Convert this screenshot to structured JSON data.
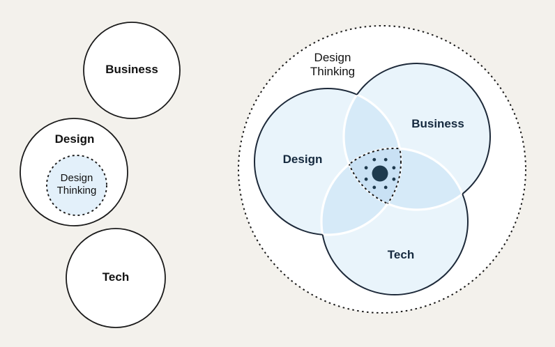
{
  "colors": {
    "background": "#f3f1ec",
    "inner_white": "#ffffff",
    "outline_black": "#1a1a1a",
    "outline_navy": "#1d2939",
    "fill_single": "#e9f4fb",
    "fill_pair": "#d6eaf8",
    "fill_triple": "#c9e1f4",
    "fill_inner_dotted": "#e3f0fa",
    "dot_navy": "#1e3a4e",
    "divider_white": "#ffffff",
    "label_black": "#111111",
    "label_navy": "#15293e"
  },
  "left_diagram": {
    "business": {
      "label": "Business"
    },
    "design": {
      "label": "Design"
    },
    "design_thinking": {
      "line1": "Design",
      "line2": "Thinking"
    },
    "tech": {
      "label": "Tech"
    }
  },
  "right_diagram": {
    "outer": {
      "line1": "Design",
      "line2": "Thinking"
    },
    "design": {
      "label": "Design"
    },
    "business": {
      "label": "Business"
    },
    "tech": {
      "label": "Tech"
    }
  }
}
